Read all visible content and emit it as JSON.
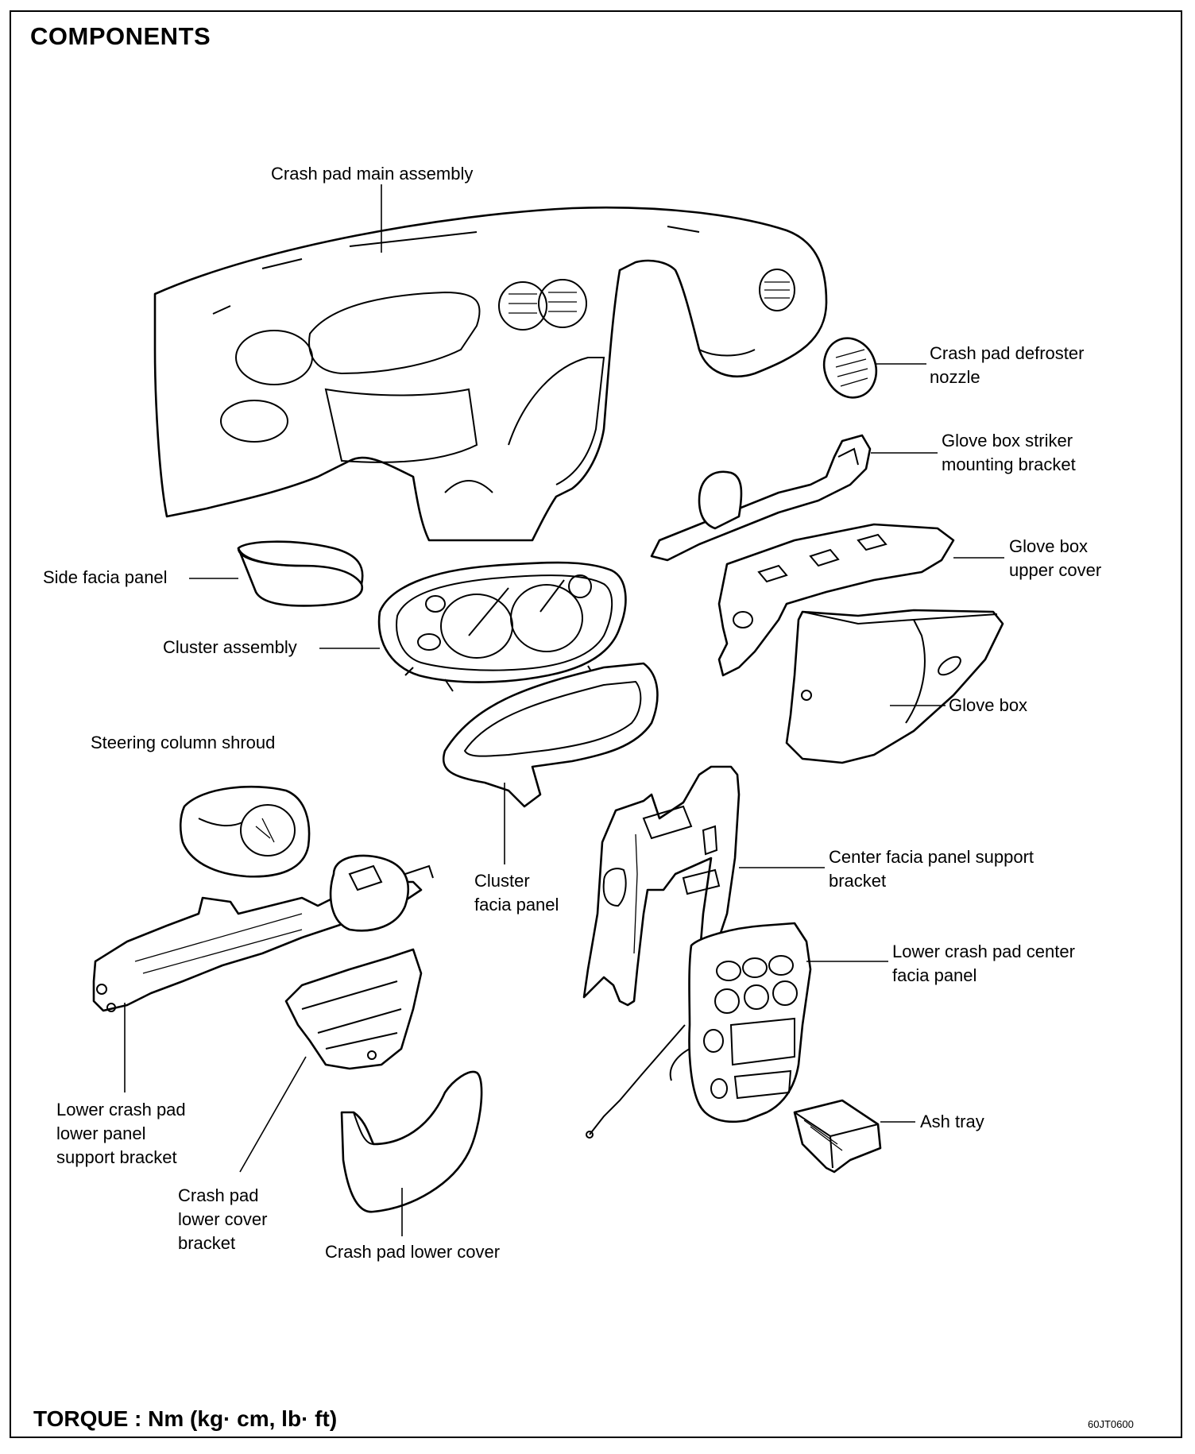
{
  "header": {
    "title": "COMPONENTS"
  },
  "labels": {
    "crash_pad_main_assembly": "Crash pad main assembly",
    "crash_pad_defroster_nozzle": "Crash pad defroster\nnozzle",
    "glove_box_striker_bracket": "Glove box striker\nmounting bracket",
    "glove_box_upper_cover": "Glove box\nupper cover",
    "side_facia_panel": "Side facia panel",
    "cluster_assembly": "Cluster assembly",
    "glove_box": "Glove box",
    "steering_column_shroud": "Steering column shroud",
    "center_facia_support_bracket": "Center facia panel support\nbracket",
    "cluster_facia_panel": "Cluster\nfacia panel",
    "lower_crash_pad_center_facia": "Lower crash pad center\nfacia panel",
    "lower_panel_support_bracket": "Lower crash pad\nlower panel\nsupport bracket",
    "ash_tray": "Ash tray",
    "crash_pad_lower_cover_bracket": "Crash pad\nlower cover\nbracket",
    "crash_pad_lower_cover": "Crash pad lower cover"
  },
  "footer": {
    "torque": "TORQUE : Nm (kg· cm, lb· ft)",
    "code": "60JT0600"
  }
}
